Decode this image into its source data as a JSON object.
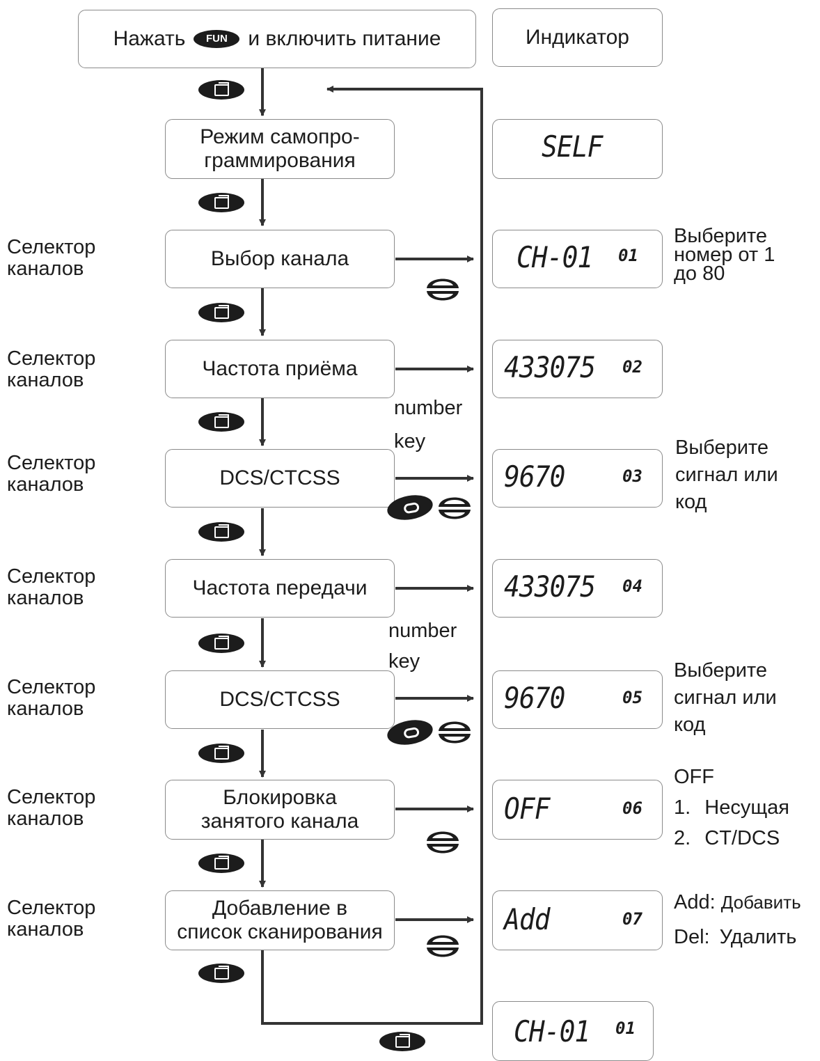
{
  "header": {
    "start_before": "Нажать",
    "fun_label": "FUN",
    "start_after": "и включить питание",
    "indicator": "Индикатор"
  },
  "steps": [
    {
      "label": "Режим самопро-\nграммирования",
      "lcd": "SELF",
      "ch": ""
    },
    {
      "label": "Выбор канала",
      "side": "Селектор\nканалов",
      "lcd": "CH-01",
      "ch": "01"
    },
    {
      "label": "Частота приёма",
      "side": "Селектор\nканалов",
      "lcd": "433075",
      "ch": "02"
    },
    {
      "label": "DCS/CTCSS",
      "side": "Селектор\nканалов",
      "lcd": "9670",
      "ch": "03"
    },
    {
      "label": "Частота передачи",
      "side": "Селектор\nканалов",
      "lcd": "433075",
      "ch": "04"
    },
    {
      "label": "DCS/CTCSS",
      "side": "Селектор\nканалов",
      "lcd": "9670",
      "ch": "05"
    },
    {
      "label": "Блокировка\nзанятого канала",
      "side": "Селектор\nканалов",
      "lcd": "OFF",
      "ch": "06"
    },
    {
      "label": "Добавление в\nсписок сканирования",
      "side": "Селектор\nканалов",
      "lcd": "Add",
      "ch": "07"
    }
  ],
  "final_lcd": {
    "lcd": "CH-01",
    "ch": "01"
  },
  "notes": {
    "channel": "Выберите\nномер от 1\nдо 80",
    "code_a": "Выберите\nсигнал или\nкод",
    "code_b": "Выберите\nсигнал или\nкод",
    "busy_off": "OFF",
    "busy_1_num": "1.",
    "busy_1": "Несущая",
    "busy_2_num": "2.",
    "busy_2": "CT/DCS",
    "add_key": "Add:",
    "add_val": "Добавить",
    "del_key": "Del:",
    "del_val": "Удалить"
  },
  "key_labels": {
    "number_key_a": "number\nkey",
    "number_key_b": "number\nkey"
  },
  "colors": {
    "line": "#333333",
    "box_border": "#8a8a8a",
    "key_fill": "#1c1c1c"
  },
  "icons": [
    "fun-key-icon",
    "menu-key-icon",
    "selector-knob-icon",
    "c-key-icon"
  ]
}
